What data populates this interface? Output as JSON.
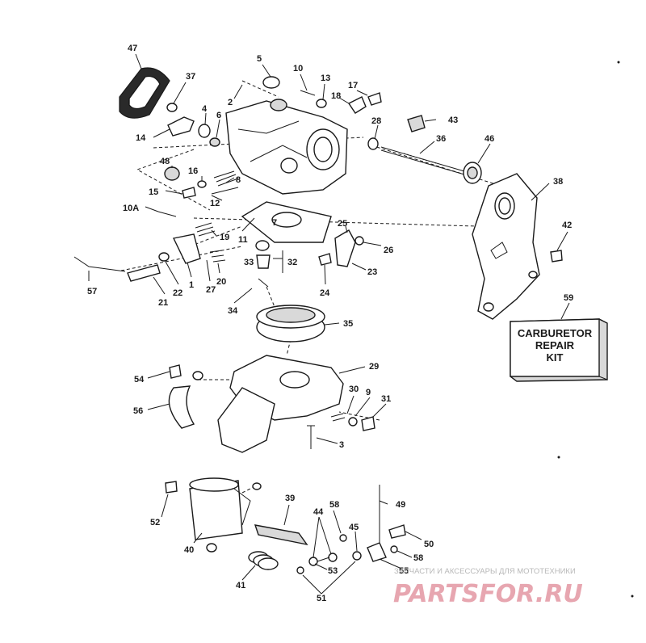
{
  "kit": {
    "line1": "CARBURETOR",
    "line2": "REPAIR",
    "line3": "KIT"
  },
  "watermark": {
    "tagline": "ЗАПЧАСТИ И АКСЕССУАРЫ ДЛЯ МОТОТЕХНИКИ",
    "brand": "PARTSFOR.RU"
  },
  "labels": {
    "p47": "47",
    "p37": "37",
    "p5": "5",
    "p10": "10",
    "p13": "13",
    "p17": "17",
    "p18": "18",
    "p2": "2",
    "p4": "4",
    "p6": "6",
    "p14": "14",
    "p28": "28",
    "p43": "43",
    "p36": "36",
    "p46": "46",
    "p38": "38",
    "p48": "48",
    "p16": "16",
    "p8": "8",
    "p15": "15",
    "p12": "12",
    "p10a": "10A",
    "p7": "7",
    "p25": "25",
    "p42": "42",
    "p19": "19",
    "p11": "11",
    "p26": "26",
    "p33": "33",
    "p32": "32",
    "p23": "23",
    "p57": "57",
    "p21": "21",
    "p22": "22",
    "p1": "1",
    "p27": "27",
    "p20": "20",
    "p24": "24",
    "p59": "59",
    "p34": "34",
    "p35": "35",
    "p29": "29",
    "p54": "54",
    "p30": "30",
    "p9": "9",
    "p31": "31",
    "p56": "56",
    "p3": "3",
    "p39": "39",
    "p49": "49",
    "p58a": "58",
    "p52": "52",
    "p44": "44",
    "p45": "45",
    "p50": "50",
    "p40": "40",
    "p58b": "58",
    "p55": "55",
    "p41": "41",
    "p53": "53",
    "p51": "51"
  }
}
